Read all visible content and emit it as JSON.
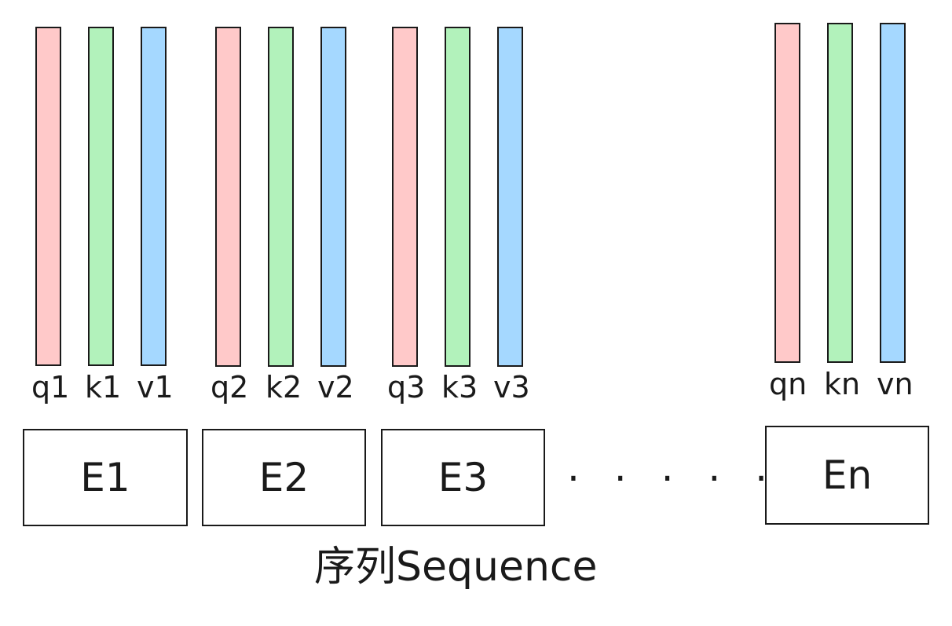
{
  "tokens": [
    {
      "label": "E1",
      "q": "q1",
      "k": "k1",
      "v": "v1"
    },
    {
      "label": "E2",
      "q": "q2",
      "k": "k2",
      "v": "v2"
    },
    {
      "label": "E3",
      "q": "q3",
      "k": "k3",
      "v": "v3"
    },
    {
      "label": "En",
      "q": "qn",
      "k": "kn",
      "v": "vn"
    }
  ],
  "ellipsis": ". . . . . . .",
  "caption": "序列Sequence",
  "colors": {
    "query": "#ffc9c9",
    "key": "#b2f2bb",
    "value": "#a5d8ff",
    "stroke": "#1a1a1a"
  }
}
